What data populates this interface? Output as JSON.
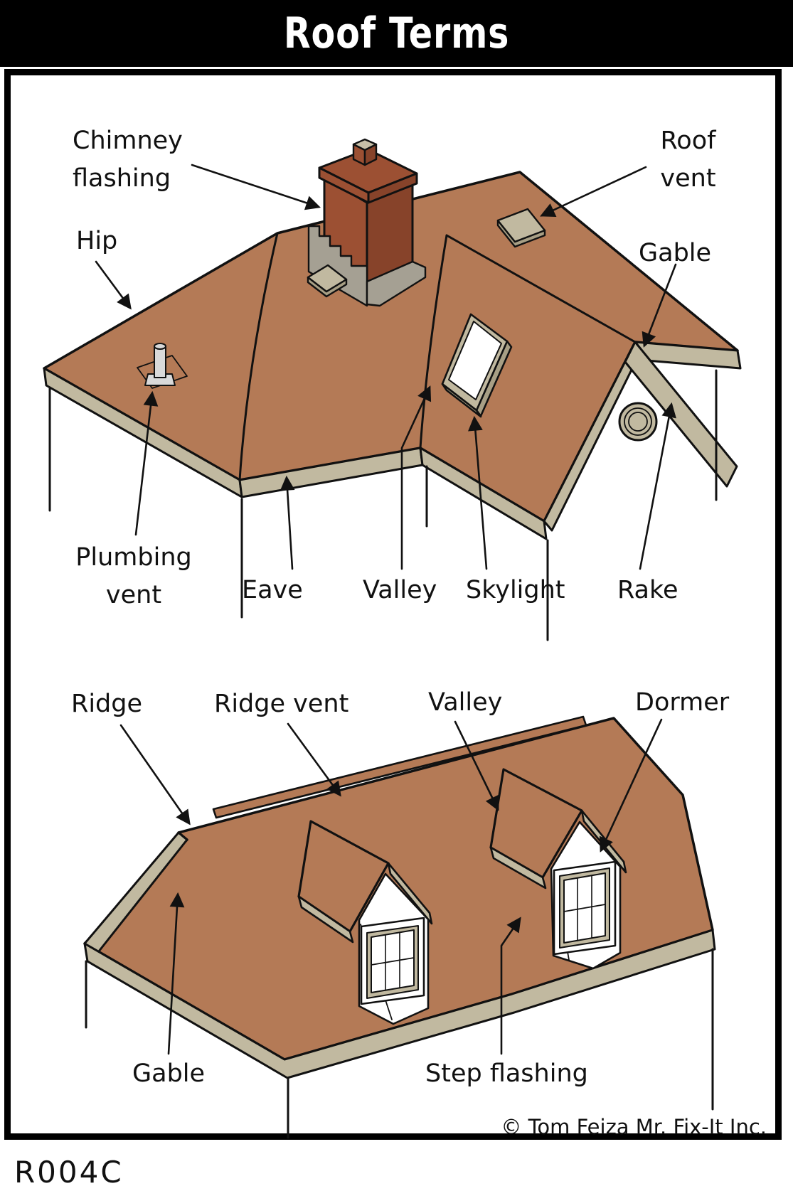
{
  "title": "Roof Terms",
  "top_view": {
    "chimney_flashing": "Chimney\nflashing",
    "roof_vent": "Roof\nvent",
    "hip": "Hip",
    "gable": "Gable",
    "plumbing_vent": "Plumbing\nvent",
    "eave": "Eave",
    "valley": "Valley",
    "skylight": "Skylight",
    "rake": "Rake"
  },
  "bottom_view": {
    "ridge": "Ridge",
    "ridge_vent": "Ridge vent",
    "valley": "Valley",
    "dormer": "Dormer",
    "gable": "Gable",
    "step_flashing": "Step flashing"
  },
  "footer": {
    "copyright": "© Tom Feiza Mr. Fix-It Inc.",
    "code": "R004C"
  },
  "colors": {
    "roof": "#b47a56",
    "trim": "#c1b9a0",
    "trim_dark": "#a89f85",
    "brick": "#9c5033",
    "brick_dark": "#87432a",
    "flashing_gray": "#a5a093",
    "pipe_gray": "#d9d9d9",
    "outline": "#111111",
    "banner_bg": "#000000",
    "banner_text": "#ffffff"
  }
}
